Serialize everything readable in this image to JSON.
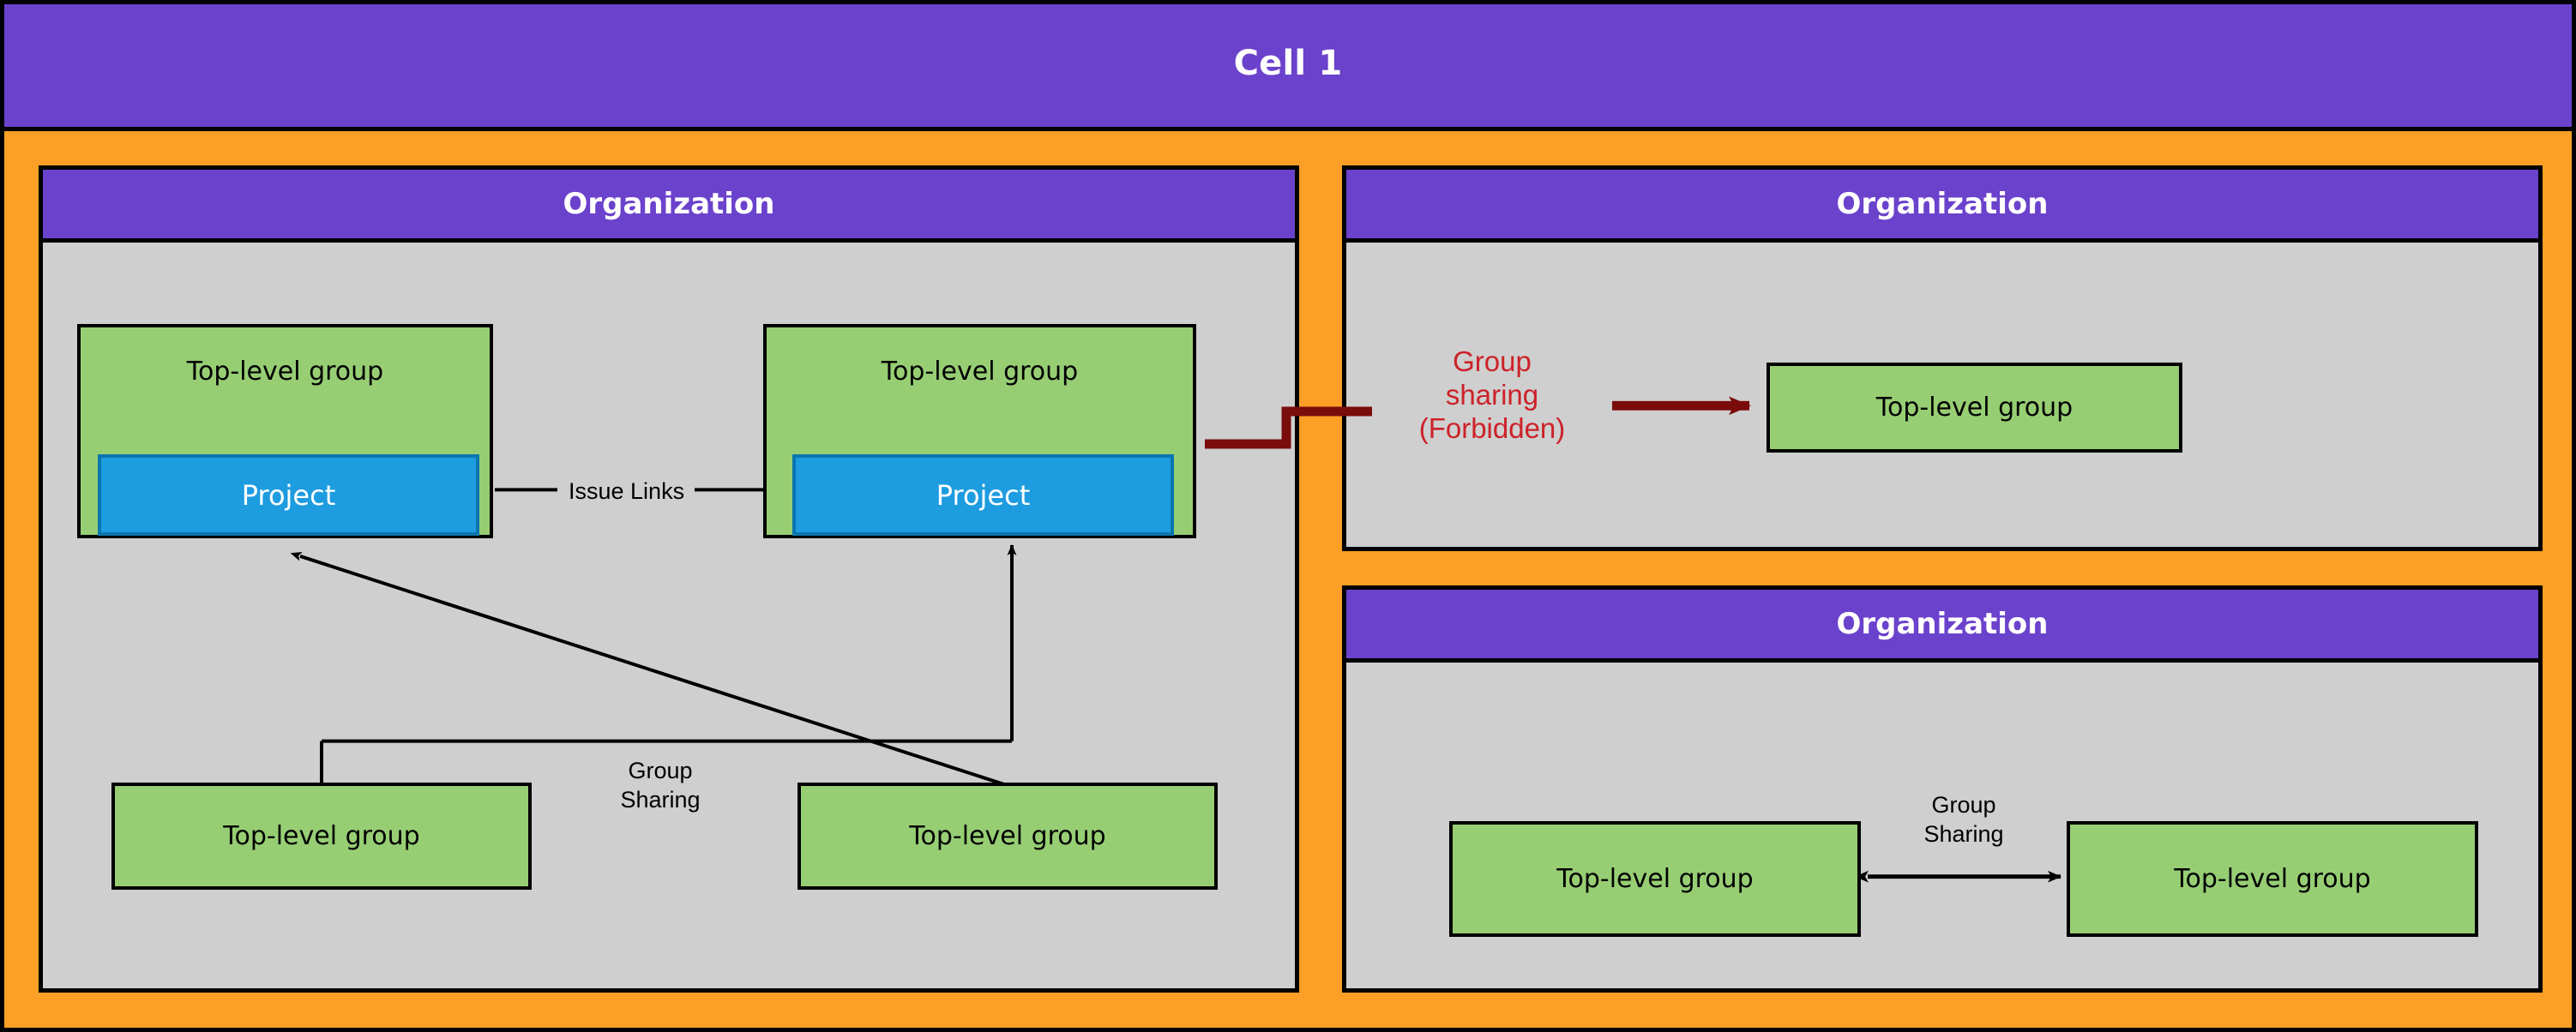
{
  "cell": {
    "title": "Cell 1",
    "colors": {
      "cell_header_bg": "#6B42CC",
      "cell_body_bg": "#FB9F27",
      "org_body_bg": "#CFCFCF",
      "org_header_bg": "#6B42CC",
      "group_bg": "#97CE74",
      "project_bg": "#1E9CE0",
      "forbidden_text": "#CC2229",
      "forbidden_arrow": "#7A0C0C",
      "border": "#000000"
    }
  },
  "organizations": [
    {
      "id": "org-left",
      "title": "Organization",
      "nodes": [
        {
          "id": "tlg-1",
          "label": "Top-level group",
          "project": "Project"
        },
        {
          "id": "tlg-2",
          "label": "Top-level group",
          "project": "Project"
        },
        {
          "id": "tlg-3",
          "label": "Top-level group"
        },
        {
          "id": "tlg-4",
          "label": "Top-level group"
        }
      ],
      "edges": [
        {
          "id": "issue-links",
          "label": "Issue Links",
          "from": "tlg-1-project",
          "to": "tlg-2-project",
          "direction": "forward",
          "color": "#000000"
        },
        {
          "id": "group-sharing-left",
          "label": "Group\nSharing",
          "label_line1": "Group",
          "label_line2": "Sharing",
          "from": "tlg-3",
          "to": "tlg-1",
          "direction": "forward",
          "color": "#000000"
        },
        {
          "id": "group-sharing-left-2",
          "from": "tlg-4",
          "to": "tlg-2",
          "direction": "forward",
          "color": "#000000"
        }
      ]
    },
    {
      "id": "org-tr",
      "title": "Organization",
      "nodes": [
        {
          "id": "tlg-5",
          "label": "Top-level group"
        }
      ],
      "edges": [
        {
          "id": "group-sharing-forbidden",
          "label_line1": "Group",
          "label_line2": "sharing",
          "label_line3": "(Forbidden)",
          "from": "tlg-2-project",
          "to": "tlg-5",
          "direction": "forward",
          "color": "#7A0C0C"
        }
      ]
    },
    {
      "id": "org-br",
      "title": "Organization",
      "nodes": [
        {
          "id": "tlg-6",
          "label": "Top-level group"
        },
        {
          "id": "tlg-7",
          "label": "Top-level group"
        }
      ],
      "edges": [
        {
          "id": "group-sharing-right",
          "label_line1": "Group",
          "label_line2": "Sharing",
          "from": "tlg-6",
          "to": "tlg-7",
          "direction": "both",
          "color": "#000000"
        }
      ]
    }
  ]
}
